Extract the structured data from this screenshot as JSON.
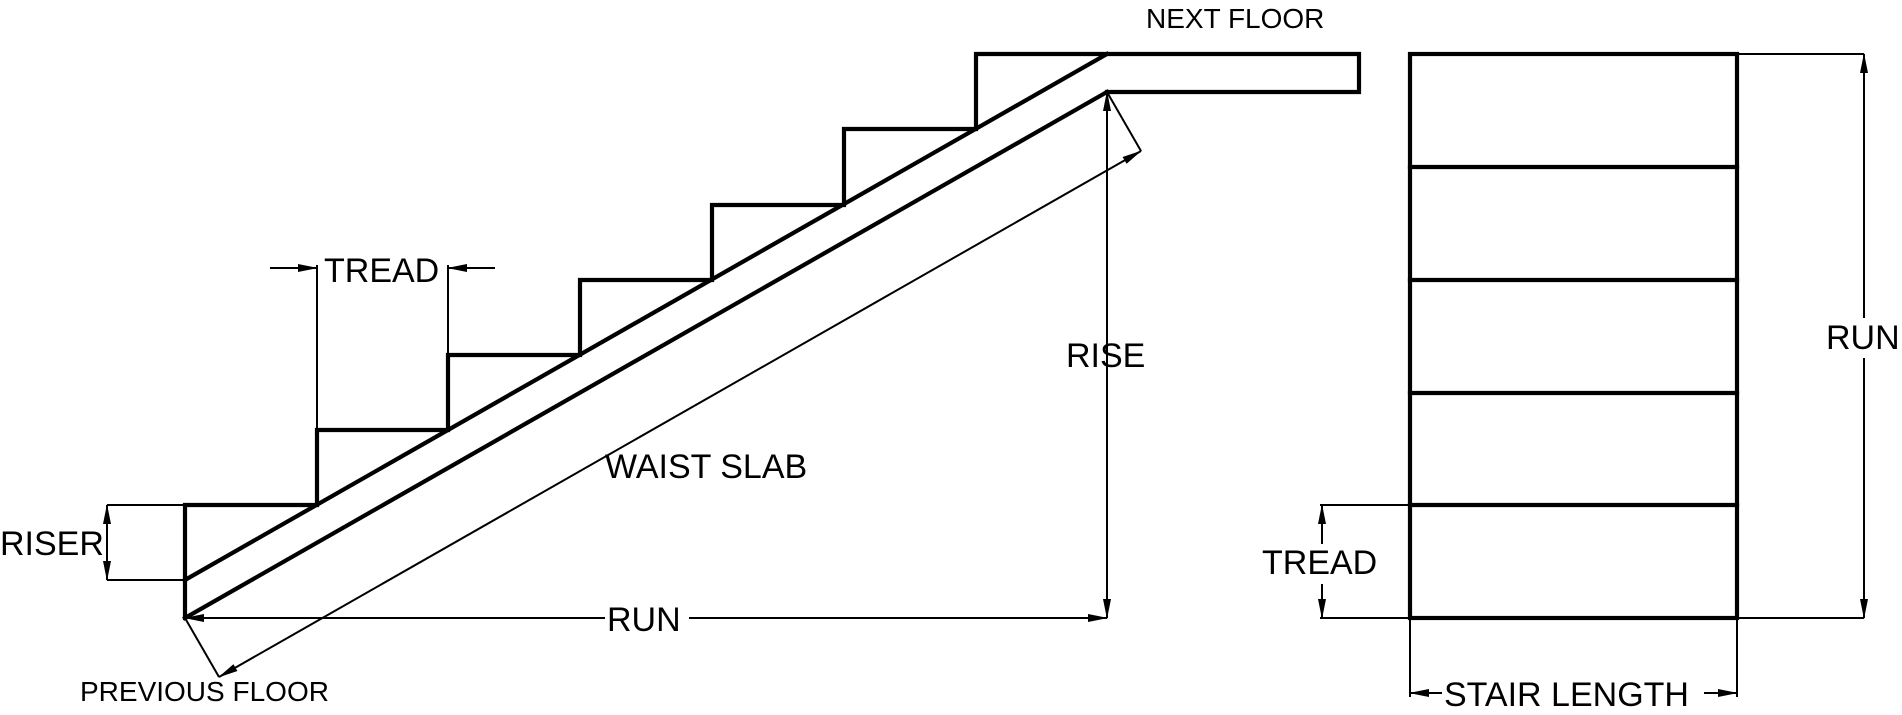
{
  "colors": {
    "line": "#000000",
    "background": "#ffffff"
  },
  "labels": {
    "next_floor": "NEXT FLOOR",
    "tread_top": "TREAD",
    "rise": "RISE",
    "waist_slab": "WAIST SLAB",
    "riser": "RISER",
    "run_bottom": "RUN",
    "previous_floor": "PREVIOUS FLOOR",
    "run_side": "RUN",
    "tread_side": "TREAD",
    "stair_length": "STAIR LENGTH"
  }
}
